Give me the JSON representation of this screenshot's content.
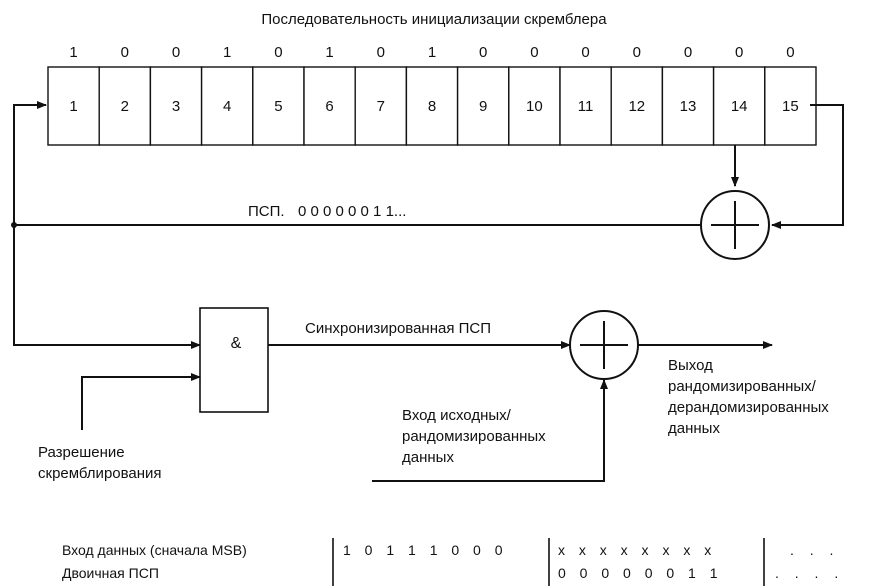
{
  "title": "Последовательность инициализации скремблера",
  "init_bits": [
    "1",
    "0",
    "0",
    "1",
    "0",
    "1",
    "0",
    "1",
    "0",
    "0",
    "0",
    "0",
    "0",
    "0",
    "0"
  ],
  "register_cells": [
    "1",
    "2",
    "3",
    "4",
    "5",
    "6",
    "7",
    "8",
    "9",
    "10",
    "11",
    "12",
    "13",
    "14",
    "15"
  ],
  "psp_label": "ПСП.",
  "psp_bits": "0 0 0 0 0 0 1 1...",
  "and_gate_label": "&",
  "sync_psp_label": "Синхронизированная ПСП",
  "output_label": [
    "Выход",
    "рандомизированных/",
    "дерандомизированных",
    "данных"
  ],
  "input_label": [
    "Вход исходных/",
    "рандомизированных",
    "данных"
  ],
  "enable_label": [
    "Разрешение",
    "скремблирования"
  ],
  "table": {
    "row1_label": "Вход данных (сначала MSB)",
    "row2_label": "Двоичная ПСП",
    "row1_group1": "1 0 1 1 1 0 0 0",
    "row1_group2": "x x x x x x x x",
    "row1_dots": ". . .",
    "row2_group2": "0 0 0 0 0 0 1 1",
    "row2_dots": ". . . ."
  }
}
